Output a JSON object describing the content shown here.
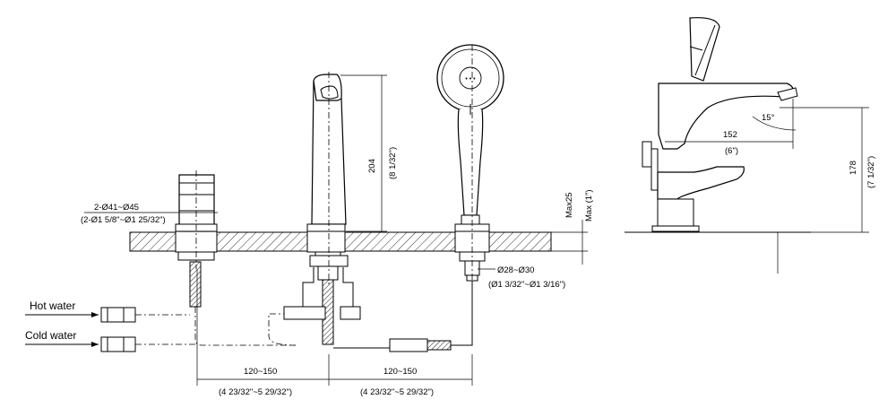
{
  "labels": {
    "hot_water": "Hot water",
    "cold_water": "Cold water"
  },
  "dimensions": {
    "handle_hole_dia": "2-Ø41~Ø45",
    "handle_hole_dia_in": "(2-Ø1 5/8\"~Ø1 25/32\")",
    "spout_height": "204",
    "spout_height_in": "(8 1/32\")",
    "deck_thickness": "Max25",
    "deck_thickness_in": "Max (1\")",
    "shower_hole_dia": "Ø28~Ø30",
    "shower_hole_dia_in": "(Ø1 3/32\"~Ø1 3/16\")",
    "spacing_left": "120~150",
    "spacing_left_in": "(4 23/32\"~5 29/32\")",
    "spacing_right": "120~150",
    "spacing_right_in": "(4 23/32\"~5 29/32\")",
    "reach": "152",
    "reach_in": "(6\")",
    "side_height": "178",
    "side_height_in": "(7 1/32\")",
    "angle": "15°"
  }
}
